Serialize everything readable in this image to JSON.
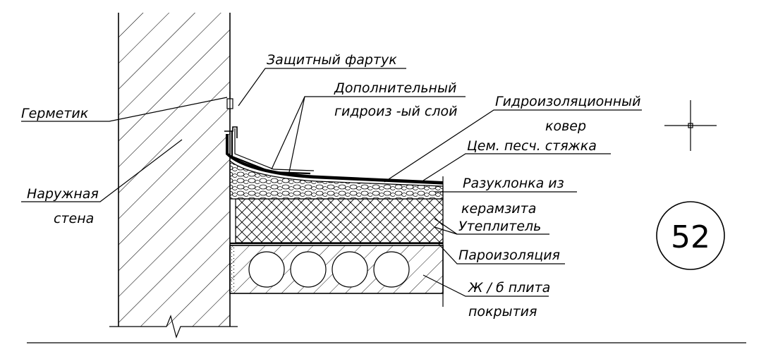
{
  "labels": {
    "apron": "Защитный фартук",
    "sealant": "Герметик",
    "extra_layer_1": "Дополнительный",
    "extra_layer_2": "гидроиз -ый слой",
    "carpet_1": "Гидроизоляционный",
    "carpet_2": "ковер",
    "screed": "Цем. песч. стяжка",
    "slope_1": "Разуклонка из",
    "slope_2": "керамзита",
    "insulation": "Утеплитель",
    "vapor": "Пароизоляция",
    "slab_1": "Ж / б плита",
    "slab_2": "покрытия",
    "wall_1": "Наружная",
    "wall_2": "стена"
  },
  "sheet": {
    "number": "52"
  },
  "colors": {
    "line": "#000000",
    "background": "#ffffff"
  }
}
